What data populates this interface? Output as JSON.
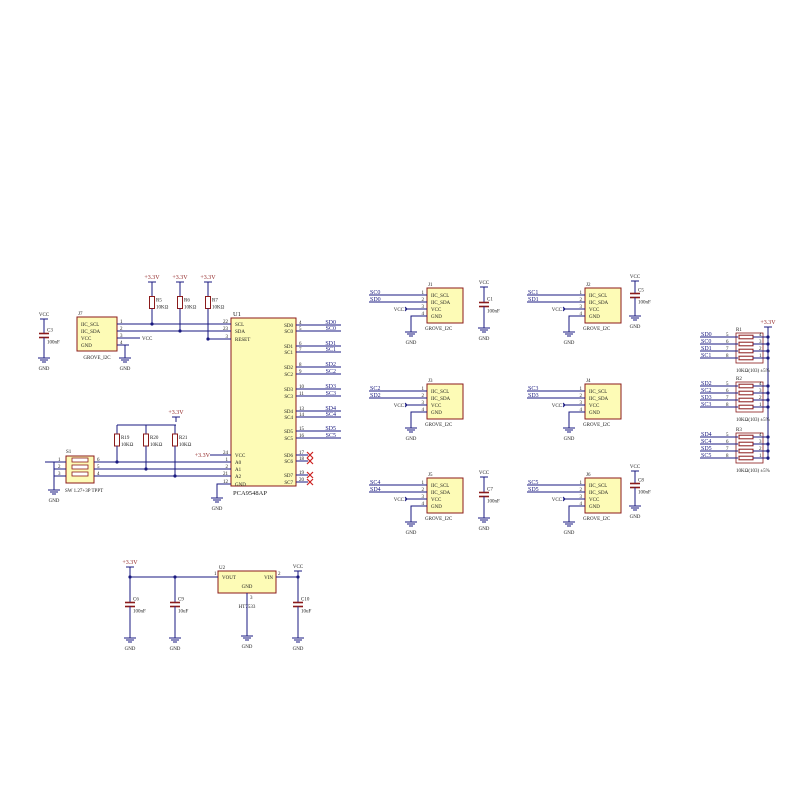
{
  "power": {
    "v33": "+3.3V",
    "vcc": "VCC",
    "gnd": "GND"
  },
  "u1": {
    "ref": "U1",
    "part": "PCA9548AP",
    "left_pins": [
      {
        "num": "22",
        "name": "SCL"
      },
      {
        "num": "23",
        "name": "SDA"
      },
      {
        "num": "3",
        "name": "RESET"
      },
      {
        "num": "24",
        "name": "VCC"
      },
      {
        "num": "1",
        "name": "A0"
      },
      {
        "num": "2",
        "name": "A1"
      },
      {
        "num": "21",
        "name": "A2"
      },
      {
        "num": "12",
        "name": "GND"
      }
    ],
    "right_pins": [
      {
        "num": "4",
        "name": "SD0",
        "net": "SD0"
      },
      {
        "num": "5",
        "name": "SC0",
        "net": "SC0"
      },
      {
        "num": "6",
        "name": "SD1",
        "net": "SD1"
      },
      {
        "num": "7",
        "name": "SC1",
        "net": "SC1"
      },
      {
        "num": "8",
        "name": "SD2",
        "net": "SD2"
      },
      {
        "num": "9",
        "name": "SC2",
        "net": "SC2"
      },
      {
        "num": "10",
        "name": "SD3",
        "net": "SD3"
      },
      {
        "num": "11",
        "name": "SC3",
        "net": "SC3"
      },
      {
        "num": "13",
        "name": "SD4",
        "net": "SD4"
      },
      {
        "num": "14",
        "name": "SC4",
        "net": "SC4"
      },
      {
        "num": "15",
        "name": "SD5",
        "net": "SD5"
      },
      {
        "num": "16",
        "name": "SC5",
        "net": "SC5"
      },
      {
        "num": "17",
        "name": "SD6",
        "net": ""
      },
      {
        "num": "18",
        "name": "SC6",
        "net": ""
      },
      {
        "num": "19",
        "name": "SD7",
        "net": ""
      },
      {
        "num": "20",
        "name": "SC7",
        "net": ""
      }
    ]
  },
  "j7": {
    "ref": "J7",
    "title": "GROVE_I2C",
    "pins": [
      "IIC_SCL",
      "IIC_SDA",
      "VCC",
      "GND"
    ],
    "nums": [
      "1",
      "2",
      "3",
      "4"
    ]
  },
  "c3": {
    "ref": "C3",
    "value": "100nF"
  },
  "pullups_top": [
    {
      "ref": "R5",
      "value": "10KΩ"
    },
    {
      "ref": "R6",
      "value": "10KΩ"
    },
    {
      "ref": "R7",
      "value": "10KΩ"
    }
  ],
  "pullups_addr": [
    {
      "ref": "R19",
      "value": "10KΩ"
    },
    {
      "ref": "R20",
      "value": "10KΩ"
    },
    {
      "ref": "R21",
      "value": "10KΩ"
    }
  ],
  "s1": {
    "ref": "S1",
    "part": "SW 1.27+3P TPPT",
    "nums": [
      "1",
      "2",
      "3",
      "4",
      "5",
      "6"
    ]
  },
  "grove_title": "GROVE_I2C",
  "grove_pins": [
    "IIC_SCL",
    "IIC_SDA",
    "VCC",
    "GND"
  ],
  "grove_nums": [
    "1",
    "2",
    "3",
    "4"
  ],
  "connectors": [
    {
      "ref": "J1",
      "scl": "SC0",
      "sda": "SD0",
      "cap_ref": "C1",
      "cap_val": "100nF",
      "cap_side": "right"
    },
    {
      "ref": "J2",
      "scl": "SC1",
      "sda": "SD1",
      "cap_ref": "C5",
      "cap_val": "100nF",
      "cap_side": "top"
    },
    {
      "ref": "J3",
      "scl": "SC2",
      "sda": "SD2",
      "cap_ref": "",
      "cap_val": "",
      "cap_side": "none"
    },
    {
      "ref": "J4",
      "scl": "SC3",
      "sda": "SD3",
      "cap_ref": "",
      "cap_val": "",
      "cap_side": "none"
    },
    {
      "ref": "J5",
      "scl": "SC4",
      "sda": "SD4",
      "cap_ref": "C7",
      "cap_val": "100nF",
      "cap_side": "right"
    },
    {
      "ref": "J6",
      "scl": "SC5",
      "sda": "SD5",
      "cap_ref": "C8",
      "cap_val": "100nF",
      "cap_side": "top"
    }
  ],
  "arrays": [
    {
      "ref": "R1",
      "nets": [
        "SD0",
        "SC0",
        "SD1",
        "SC1"
      ],
      "value": "10KΩ(103) ±5%"
    },
    {
      "ref": "R2",
      "nets": [
        "SD2",
        "SC2",
        "SD3",
        "SC3"
      ],
      "value": "10KΩ(103) ±5%"
    },
    {
      "ref": "R3",
      "nets": [
        "SD4",
        "SC4",
        "SD5",
        "SC5"
      ],
      "value": "10KΩ(103) ±5%"
    }
  ],
  "array_left_nums": [
    "5",
    "6",
    "7",
    "8"
  ],
  "array_right_nums": [
    "4",
    "3",
    "2",
    "1"
  ],
  "u2": {
    "ref": "U2",
    "part": "HT7533",
    "vout": "VOUT",
    "vin": "VIN",
    "gnd": "GND",
    "pin_vout": "1",
    "pin_vin": "2",
    "pin_gnd": "3"
  },
  "reg_caps": [
    {
      "ref": "C6",
      "value": "100nF"
    },
    {
      "ref": "C9",
      "value": "10uF"
    },
    {
      "ref": "C10",
      "value": "10uF"
    }
  ]
}
